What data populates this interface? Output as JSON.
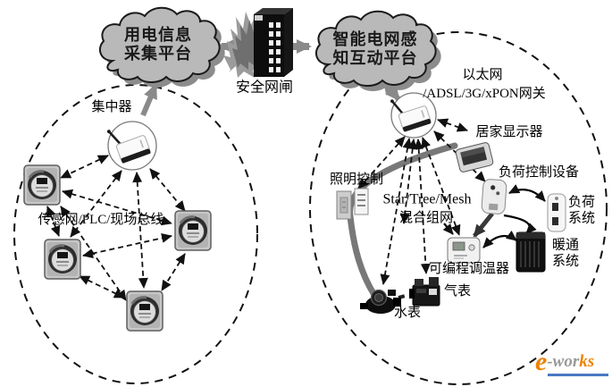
{
  "clouds": {
    "left": {
      "line1": "用电信息",
      "line2": "采集平台"
    },
    "right": {
      "line1": "智能电网感",
      "line2": "知互动平台"
    }
  },
  "firewall": {
    "label": "安全网闸"
  },
  "lan_zone": {
    "concentrator_label": "集中器",
    "bus_label": "传感网/PLC/现场总线"
  },
  "han_zone": {
    "gateway_line1": "以太网",
    "gateway_line2": "/ADSL/3G/xPON网关",
    "display_label": "居家显示器",
    "load_control_label": "负荷控制设备",
    "load_system_line1": "负荷",
    "load_system_line2": "系统",
    "hvac_line1": "暖通",
    "hvac_line2": "系统",
    "lighting_label": "照明控制",
    "mesh_line1": "Star/Tree/Mesh",
    "mesh_line2": "混合组网",
    "thermostat_label": "可编程调温器",
    "gas_label": "气表",
    "water_label": "水表"
  },
  "logo": {
    "e": "e",
    "mid": "-wor",
    "end": "ks"
  },
  "colors": {
    "cloud_fill": "#b9b9b9",
    "cloud_shadow": "#8c8c8c",
    "arrow_gray": "#8a8a8a",
    "dashed_black": "#111111",
    "logo_orange": "#ef8200",
    "logo_gray": "#999999",
    "logo_blue": "#4a78c2"
  },
  "icons": {
    "concentrator": "wireless-router-icon",
    "gateway": "wireless-router-icon",
    "meter": "electric-meter-icon",
    "firewall": "flame-brick-wall-icon",
    "display": "home-display-icon",
    "load_control": "load-control-icon",
    "load_system": "water-heater-icon",
    "hvac": "hvac-tower-icon",
    "lighting": "light-switch-icon",
    "thermostat": "thermostat-icon",
    "gas": "gas-meter-icon",
    "water": "water-meter-icon"
  }
}
